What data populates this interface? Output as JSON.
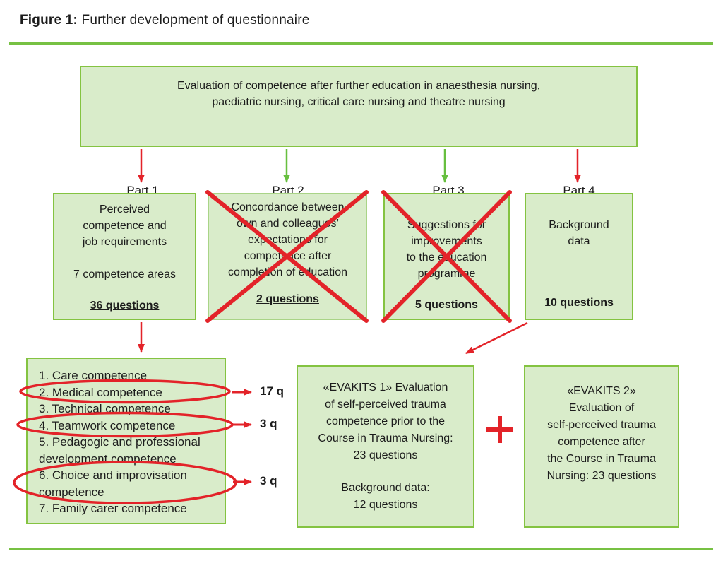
{
  "title": {
    "label": "Figure 1:",
    "text": " Further development of questionnaire"
  },
  "colors": {
    "box_fill": "#d9ecca",
    "box_border": "#84c341",
    "rule_green": "#77c143",
    "arrow_green": "#67bf3f",
    "accent_red": "#e32329",
    "text": "#1c1c1c"
  },
  "top_box": {
    "line1": "Evaluation of competence after further education in anaesthesia nursing,",
    "line2": "paediatric nursing, critical care nursing and theatre nursing",
    "parts": [
      "Part 1",
      "Part 2",
      "Part 3",
      "Part 4"
    ]
  },
  "part_boxes": {
    "part1": {
      "lines": [
        "Perceived",
        "competence and",
        "job requirements"
      ],
      "middle": "7 competence areas",
      "questions": "36 questions",
      "crossed_out": false
    },
    "part2": {
      "lines": [
        "Concordance between",
        "own and colleagues’",
        "expectations for",
        "competence after",
        "completion of education"
      ],
      "questions": "2 questions",
      "crossed_out": true
    },
    "part3": {
      "lines": [
        "Suggestions for",
        "improvements",
        "to the education",
        "programme"
      ],
      "questions": "5 questions",
      "crossed_out": true
    },
    "part4": {
      "lines": [
        "Background",
        "data"
      ],
      "questions": "10 questions",
      "crossed_out": false
    }
  },
  "competence_list": {
    "lines": [
      "1. Care competence",
      "2. Medical competence",
      "3. Technical competence",
      "4. Teamwork competence",
      "5. Pedagogic and professional",
      "development competence",
      "6. Choice and improvisation",
      "competence",
      "7. Family carer competence"
    ],
    "circled_items": [
      "2. Medical competence",
      "4. Teamwork competence",
      "6. Choice and improvisation competence"
    ]
  },
  "callouts": {
    "medical": "17 q",
    "teamwork": "3 q",
    "choice": "3 q"
  },
  "evakits1": {
    "lines": [
      "«EVAKITS 1» Evaluation",
      "of self-perceived trauma",
      "competence prior to the",
      "Course in Trauma Nursing:",
      "23 questions"
    ],
    "background_lines": [
      "Background data:",
      "12 questions"
    ]
  },
  "plus_sign": "+",
  "evakits2": {
    "lines": [
      "«EVAKITS 2»",
      "Evaluation of",
      "self-perceived trauma",
      "competence after",
      "the Course in Trauma",
      "Nursing: 23 questions"
    ]
  }
}
